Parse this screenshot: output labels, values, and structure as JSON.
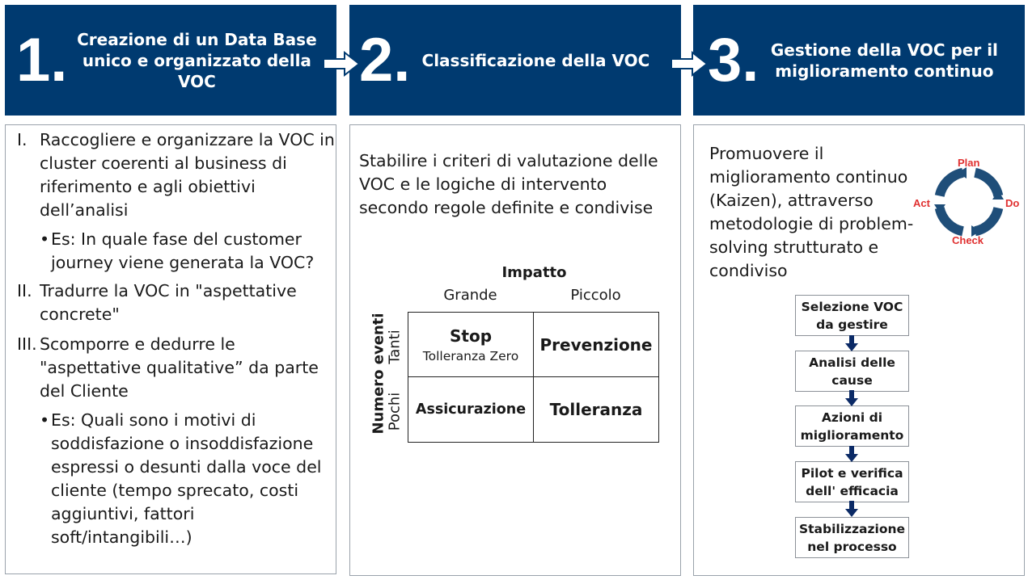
{
  "steps": [
    {
      "number": "1.",
      "title": "Creazione di un Data Base unico e organizzato della VOC"
    },
    {
      "number": "2.",
      "title": "Classificazione della VOC"
    },
    {
      "number": "3.",
      "title": "Gestione della VOC per il miglioramento  continuo"
    }
  ],
  "col1": {
    "items": [
      {
        "marker": "I.",
        "text": "Raccogliere e organizzare la VOC in cluster coerenti al business di riferimento e agli obiettivi dell’analisi",
        "bullets": [
          "Es: In quale fase del customer journey viene generata la VOC?"
        ]
      },
      {
        "marker": "II.",
        "text": "Tradurre la VOC in \"aspettative concrete\"",
        "bullets": []
      },
      {
        "marker": "III.",
        "text": "Scomporre e dedurre  le \"aspettative qualitative” da parte del Cliente",
        "bullets": [
          "Es: Quali sono i motivi di soddisfazione o insoddisfazione espressi o desunti dalla voce del cliente (tempo sprecato, costi aggiuntivi, fattori soft/intangibili…)"
        ]
      }
    ]
  },
  "col2": {
    "intro": "Stabilire i criteri di valutazione delle VOC e le logiche di intervento secondo regole definite e condivise",
    "matrix": {
      "top_axis_title": "Impatto",
      "top_labels": [
        "Grande",
        "Piccolo"
      ],
      "side_axis_title": "Numero eventi",
      "side_labels": [
        "Tanti",
        "Pochi"
      ],
      "cells": {
        "stop_title": "Stop",
        "stop_sub": "Tolleranza Zero",
        "prevenzione": "Prevenzione",
        "assicurazione": "Assicurazione",
        "tolleranza": "Tolleranza"
      }
    }
  },
  "col3": {
    "intro": "Promuovere il miglioramento continuo (Kaizen), attraverso metodologie di problem-solving strutturato e condiviso",
    "pdca": {
      "plan": "Plan",
      "do": "Do",
      "check": "Check",
      "act": "Act",
      "ring_color": "#1f4e79",
      "label_color": "#e03030"
    },
    "flow": [
      "Selezione VOC da gestire",
      "Analisi delle cause",
      "Azioni di miglioramento",
      "Pilot e verifica dell' efficacia",
      "Stabilizzazione nel processo"
    ]
  },
  "colors": {
    "header_bg": "#003a70",
    "arrow_fill": "#ffffff",
    "flow_arrow": "#0b2a66"
  }
}
